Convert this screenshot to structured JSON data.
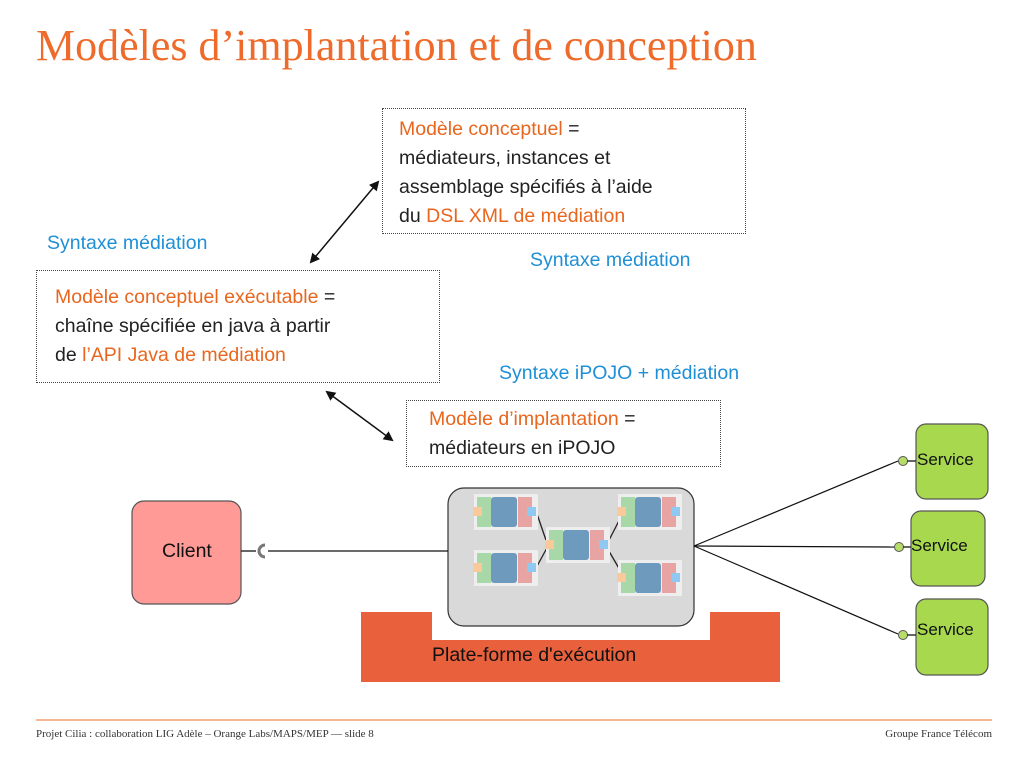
{
  "slide": {
    "title": "Modèles d’implantation et de conception"
  },
  "boxes": {
    "conceptual": {
      "highlight": "Modèle conceptuel",
      "eq": " =",
      "line2": "médiateurs, instances et",
      "line3": "assemblage spécifiés à l’aide",
      "line4_prefix": "du ",
      "line4_highlight": "DSL XML de médiation"
    },
    "executable": {
      "highlight": "Modèle conceptuel exécutable",
      "eq": " =",
      "line2": "chaîne spécifiée en java à partir",
      "line3_prefix": "de ",
      "line3_highlight": "l’API Java de médiation"
    },
    "implementation": {
      "highlight": "Modèle d’implantation",
      "eq": " =",
      "line2": "médiateurs en iPOJO"
    }
  },
  "labels": {
    "syntax_left": "Syntaxe médiation",
    "syntax_right": "Syntaxe médiation",
    "syntax_ipojo": "Syntaxe iPOJO + médiation"
  },
  "diagram": {
    "client": "Client",
    "platform": "Plate-forme d'exécution",
    "services": [
      "Service",
      "Service",
      "Service"
    ]
  },
  "footer": {
    "left": "Projet Cilia : collaboration LIG Adèle –  Orange Labs/MAPS/MEP — slide 8",
    "right": "Groupe France Télécom"
  },
  "colors": {
    "accent": "#ee6b2c",
    "syntax_blue": "#1f8fd6",
    "client_fill": "#ff9a96",
    "service_fill": "#a8d84e",
    "platform_fill": "#e8603c",
    "runtime_fill": "#d9d9d9"
  }
}
